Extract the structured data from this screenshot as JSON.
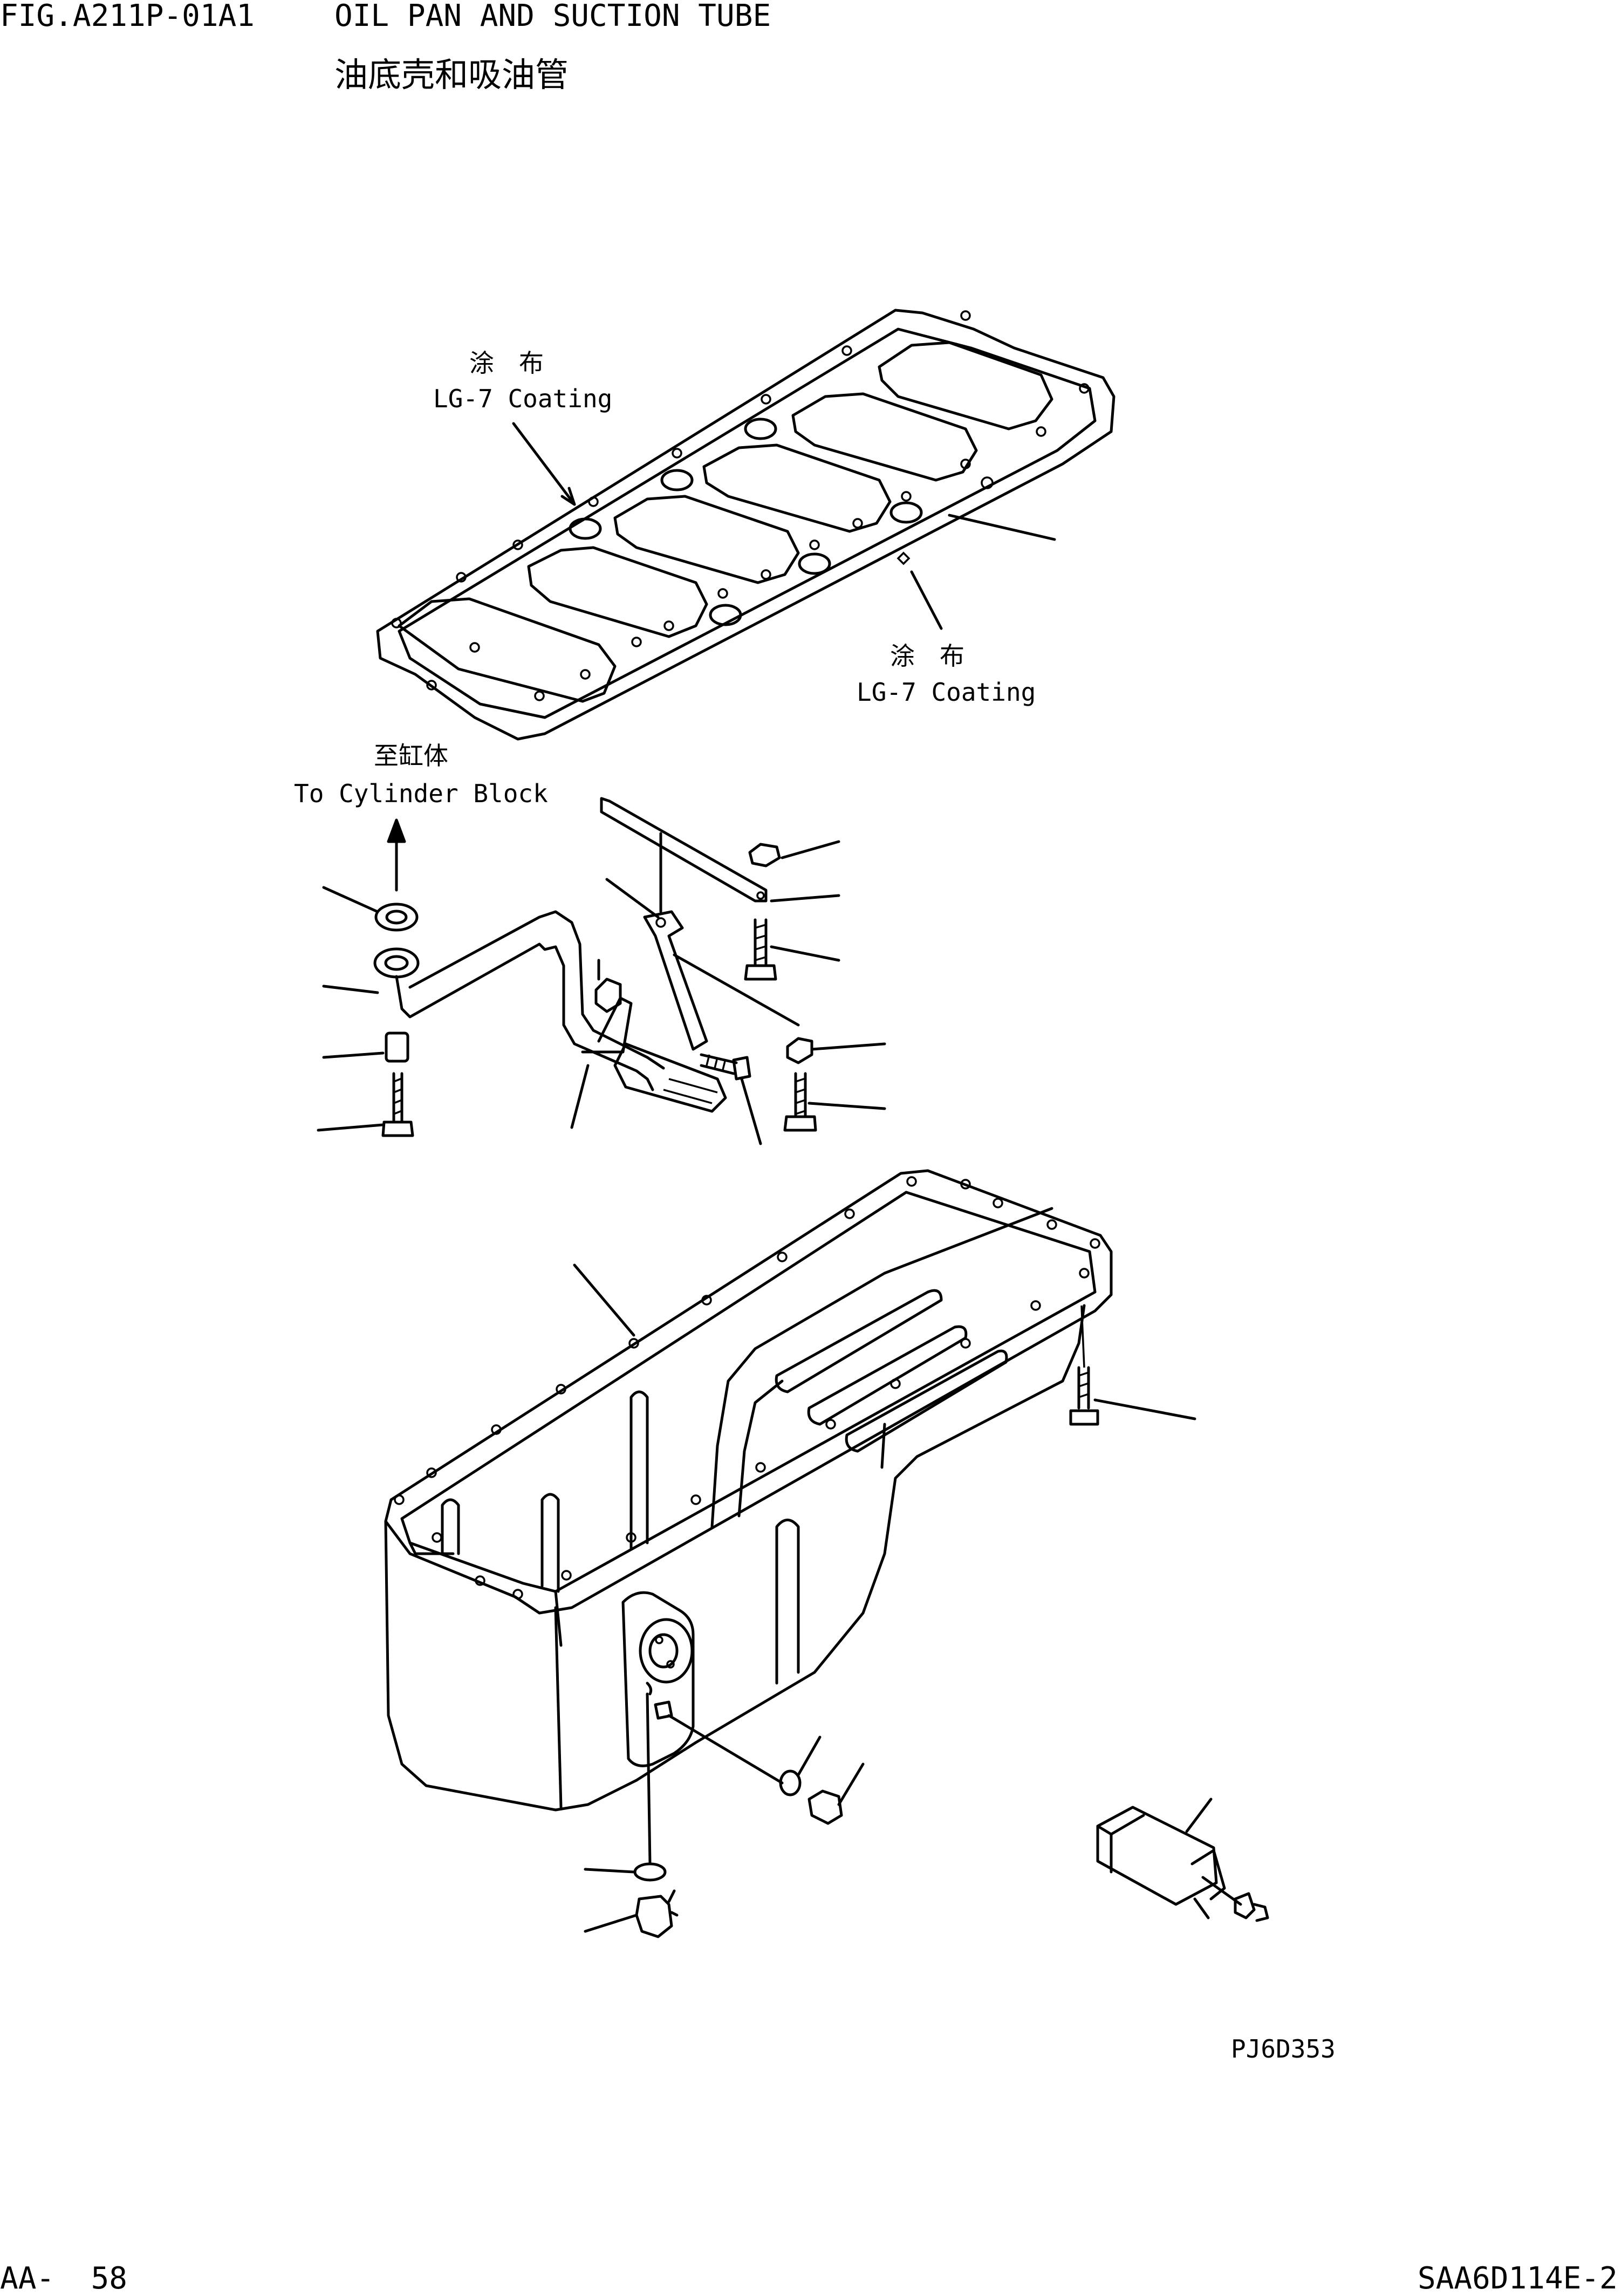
{
  "header": {
    "fig_code": "FIG.A211P-01A1",
    "title_en": "OIL PAN AND SUCTION TUBE",
    "title_cn": "油底壳和吸油管"
  },
  "callouts": {
    "coating_1_cn": "涂　布",
    "coating_1_en": "LG-7 Coating",
    "coating_2_cn": "涂　布",
    "coating_2_en": "LG-7 Coating",
    "cylinder_cn": "至缸体",
    "cylinder_en": "To Cylinder Block"
  },
  "drawing_code": "PJ6D353",
  "footer": {
    "page": "AA-  58",
    "model": "SAA6D114E-2"
  }
}
